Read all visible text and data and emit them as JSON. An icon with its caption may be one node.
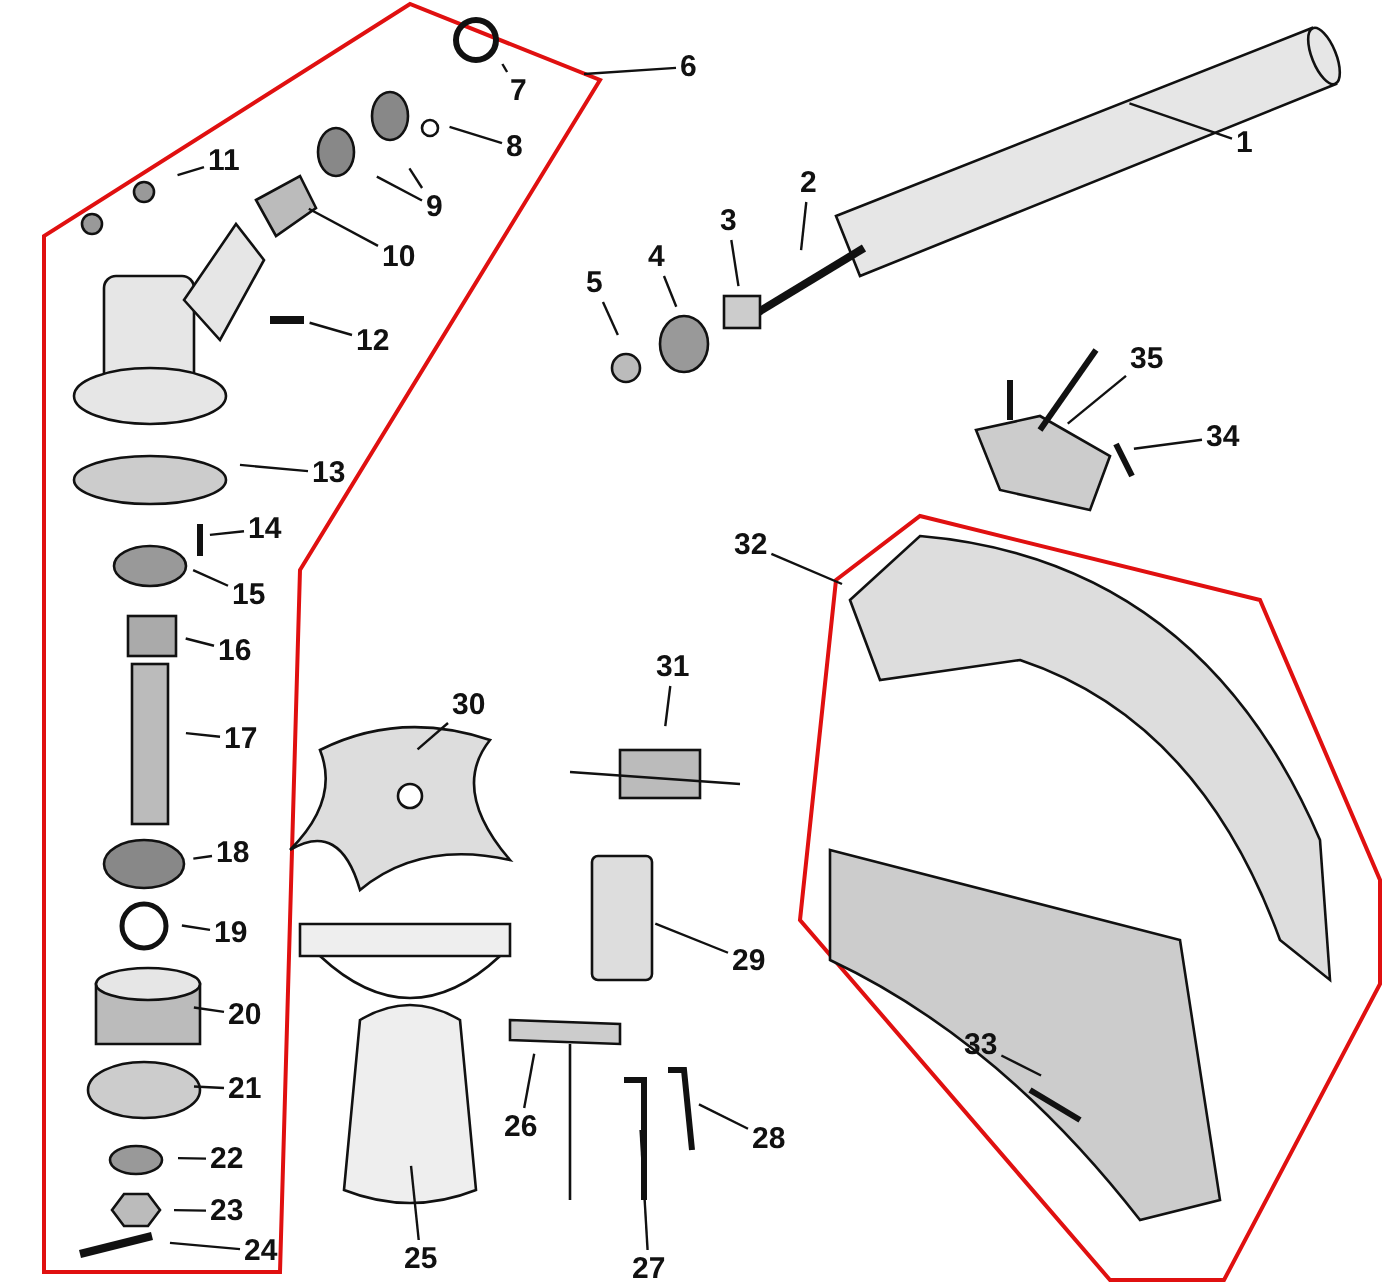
{
  "diagram": {
    "nodes": [
      {
        "text": [],
        "shape": "box"
      },
      {
        "text": [],
        "shape": "box"
      },
      {
        "text": [
          "1"
        ]
      },
      {
        "text": [
          "2"
        ]
      },
      {
        "text": [
          "3"
        ]
      },
      {
        "text": [
          "4"
        ]
      },
      {
        "text": [
          "5"
        ]
      },
      {
        "text": [
          "6"
        ]
      },
      {
        "text": [
          "7"
        ],
        "in": 0
      },
      {
        "text": [
          "8"
        ],
        "in": 0
      },
      {
        "text": [
          "9"
        ],
        "in": 0
      },
      {
        "text": [
          "10"
        ],
        "in": 0
      },
      {
        "text": [
          "11"
        ],
        "in": 0
      },
      {
        "text": [
          "12"
        ],
        "in": 0
      },
      {
        "text": [
          "13"
        ],
        "in": 0
      },
      {
        "text": [
          "14"
        ],
        "in": 0
      },
      {
        "text": [
          "15"
        ],
        "in": 0
      },
      {
        "text": [
          "16"
        ],
        "in": 0
      },
      {
        "text": [
          "17"
        ],
        "in": 0
      },
      {
        "text": [
          "18"
        ],
        "in": 0
      },
      {
        "text": [
          "19"
        ],
        "in": 0
      },
      {
        "text": [
          "20"
        ],
        "in": 0
      },
      {
        "text": [
          "21"
        ],
        "in": 0
      },
      {
        "text": [
          "22"
        ],
        "in": 0
      },
      {
        "text": [
          "23"
        ],
        "in": 0
      },
      {
        "text": [
          "24"
        ],
        "in": 0
      },
      {
        "text": [
          "25"
        ]
      },
      {
        "text": [
          "26"
        ]
      },
      {
        "text": [
          "27"
        ]
      },
      {
        "text": [
          "28"
        ]
      },
      {
        "text": [
          "29"
        ]
      },
      {
        "text": [
          "30"
        ]
      },
      {
        "text": [
          "31"
        ]
      },
      {
        "text": [
          "32"
        ]
      },
      {
        "text": [
          "33"
        ],
        "in": 1
      },
      {
        "text": [
          "34"
        ]
      },
      {
        "text": [
          "35"
        ]
      }
    ],
    "edges": [
      {
        "from": 2,
        "to": null,
        "arrow": "none"
      },
      {
        "from": 3,
        "to": null,
        "arrow": "none"
      },
      {
        "from": 4,
        "to": null,
        "arrow": "none"
      },
      {
        "from": 5,
        "to": null,
        "arrow": "none"
      },
      {
        "from": 6,
        "to": null,
        "arrow": "none"
      },
      {
        "from": 7,
        "to": 0,
        "arrow": "none"
      },
      {
        "from": 8,
        "to": null,
        "arrow": "none"
      },
      {
        "from": 9,
        "to": null,
        "arrow": "none"
      },
      {
        "from": 10,
        "to": null,
        "arrow": "none"
      },
      {
        "from": 10,
        "to": null,
        "arrow": "none"
      },
      {
        "from": 11,
        "to": null,
        "arrow": "none"
      },
      {
        "from": 12,
        "to": null,
        "arrow": "none"
      },
      {
        "from": 13,
        "to": null,
        "arrow": "none"
      },
      {
        "from": 14,
        "to": null,
        "arrow": "none"
      },
      {
        "from": 15,
        "to": null,
        "arrow": "none"
      },
      {
        "from": 16,
        "to": null,
        "arrow": "none"
      },
      {
        "from": 17,
        "to": null,
        "arrow": "none"
      },
      {
        "from": 18,
        "to": null,
        "arrow": "none"
      },
      {
        "from": 19,
        "to": null,
        "arrow": "none"
      },
      {
        "from": 20,
        "to": null,
        "arrow": "none"
      },
      {
        "from": 21,
        "to": null,
        "arrow": "none"
      },
      {
        "from": 22,
        "to": null,
        "arrow": "none"
      },
      {
        "from": 23,
        "to": null,
        "arrow": "none"
      },
      {
        "from": 24,
        "to": null,
        "arrow": "none"
      },
      {
        "from": 25,
        "to": null,
        "arrow": "none"
      },
      {
        "from": 26,
        "to": null,
        "arrow": "none"
      },
      {
        "from": 27,
        "to": null,
        "arrow": "none"
      },
      {
        "from": 28,
        "to": null,
        "arrow": "none"
      },
      {
        "from": 29,
        "to": null,
        "arrow": "none"
      },
      {
        "from": 30,
        "to": null,
        "arrow": "none"
      },
      {
        "from": 31,
        "to": null,
        "arrow": "none"
      },
      {
        "from": 32,
        "to": null,
        "arrow": "none"
      },
      {
        "from": 33,
        "to": 1,
        "arrow": "none"
      },
      {
        "from": 34,
        "to": null,
        "arrow": "none"
      },
      {
        "from": 35,
        "to": null,
        "arrow": "none"
      },
      {
        "from": 36,
        "to": null,
        "arrow": "none"
      }
    ]
  }
}
